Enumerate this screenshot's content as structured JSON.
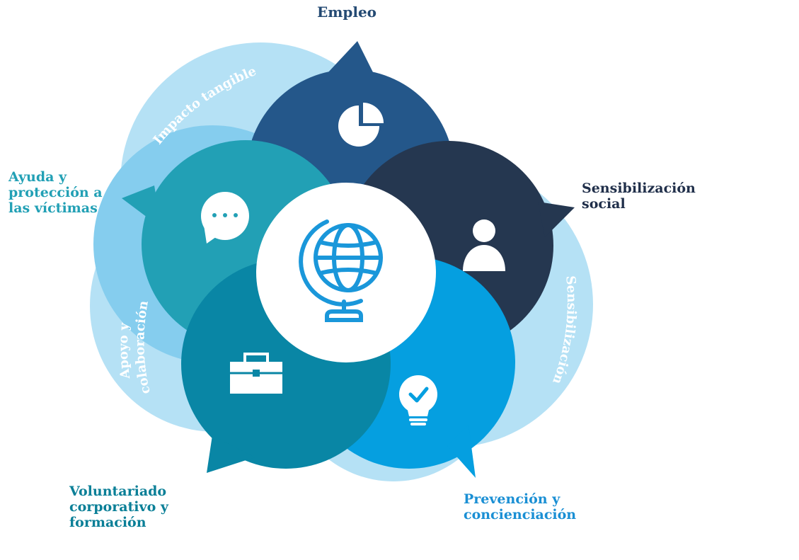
{
  "nodes": {
    "empleo": "Empleo",
    "ayuda": [
      "Ayuda y",
      "protección a",
      "las víctimas"
    ],
    "sensibilizacion_social": [
      "Sensibilización",
      "social"
    ],
    "voluntariado": [
      "Voluntariado",
      "corporativo y",
      "formación"
    ],
    "prevencion": [
      "Prevención y",
      "concienciación"
    ]
  },
  "arcs": {
    "impacto": "Impacto tangible",
    "apoyo_line1": "Apoyo y",
    "apoyo_line2": "colaboración",
    "sensibilizacion": "Sensibilización"
  },
  "icons": {
    "center": "globe-icon",
    "empleo": "pie-chart-icon",
    "ayuda": "chat-bubble-icon",
    "sensibilizacion_social": "person-icon",
    "voluntariado": "briefcase-icon",
    "prevencion": "lightbulb-check-icon"
  },
  "colors": {
    "outer_ring": "#b5e1f5",
    "empleo": "#24578a",
    "ayuda": "#22a0b5",
    "sensibilizacion_social": "#253750",
    "voluntariado": "#0986a5",
    "prevencion": "#059fe0",
    "globe": "#1a97da"
  }
}
